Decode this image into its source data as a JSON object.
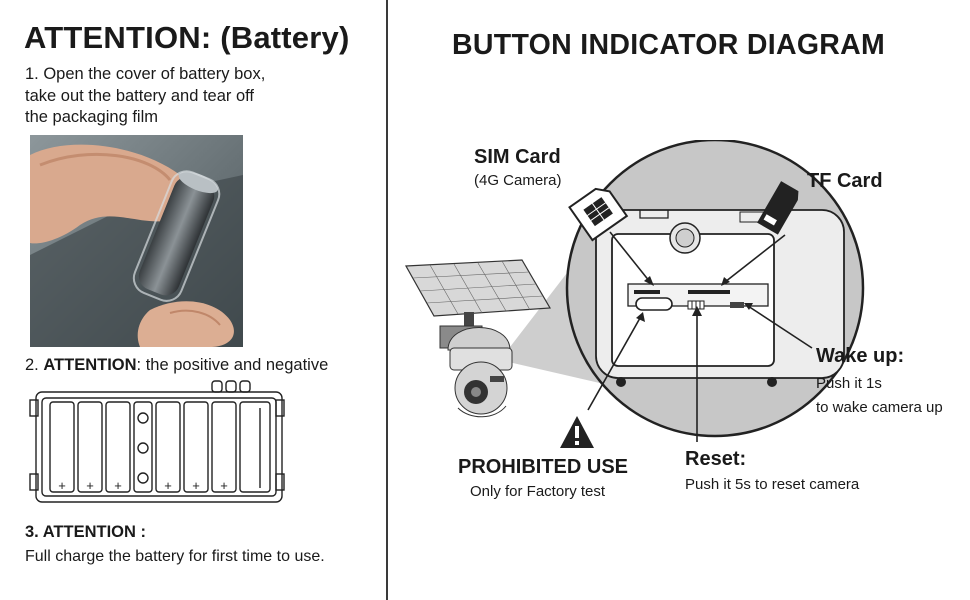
{
  "left": {
    "title": "ATTENTION: (Battery)",
    "step1_lines": [
      "1. Open the cover of battery box,",
      "take out the battery and tear off",
      "the packaging film"
    ],
    "step2_bold": "ATTENTION",
    "step2_prefix": "2. ",
    "step2_rest": ": the positive and negative",
    "step3_title": "3. ATTENTION :",
    "step3_text": "Full charge the battery for first time to use.",
    "battery_plus": "+"
  },
  "right": {
    "title": "BUTTON INDICATOR DIAGRAM",
    "sim_title": "SIM Card",
    "sim_sub": "(4G Camera)",
    "tf_title": "TF Card",
    "wake_title": "Wake up:",
    "wake_line1": "Push it 1s",
    "wake_line2": "to wake camera up",
    "prohibited_title": "PROHIBITED USE",
    "prohibited_sub": "Only for Factory test",
    "reset_title": "Reset:",
    "reset_sub": "Push it 5s to reset camera"
  },
  "colors": {
    "text": "#1a1a1a",
    "divider": "#3a3a3a",
    "panel_gray": "#c7c7c7",
    "panel_light": "#efefef"
  }
}
